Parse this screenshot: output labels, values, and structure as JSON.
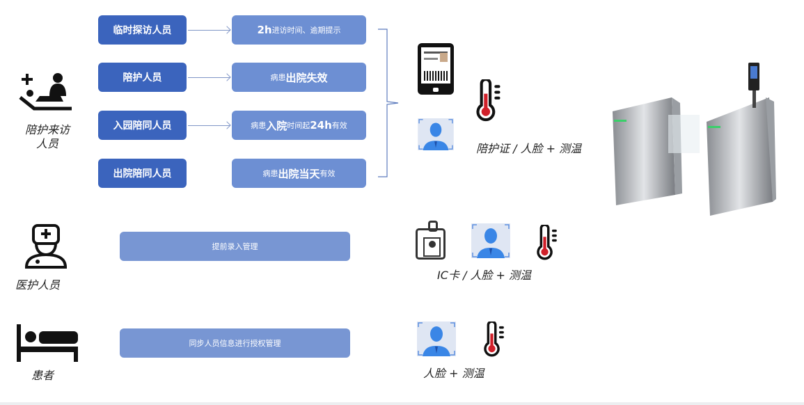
{
  "groups": {
    "visitors": {
      "label": "陪护来访人员",
      "rows": [
        {
          "type": "临时探访人员",
          "rule": {
            "pre": "",
            "bold1": "2h",
            "mid": "进访时间、逾期提示",
            "bold2": "",
            "post": ""
          }
        },
        {
          "type": "陪护人员",
          "rule": {
            "pre": "病患",
            "bold1": "出院失效",
            "mid": "",
            "bold2": "",
            "post": ""
          }
        },
        {
          "type": "入园陪同人员",
          "rule": {
            "pre": "病患",
            "bold1": "入院",
            "mid": "时间起",
            "bold2": "24h",
            "post": "有效"
          }
        },
        {
          "type": "出院陪同人员",
          "rule": {
            "pre": "病患",
            "bold1": "出院当天",
            "mid": "",
            "bold2": "",
            "post": "有效"
          }
        }
      ],
      "method": "陪护证 / 人脸 + 测温"
    },
    "medical": {
      "label": "医护人员",
      "process": "提前录入管理",
      "method": "IC卡 / 人脸 + 测温"
    },
    "patient": {
      "label": "患者",
      "process": "同步人员信息进行授权管理",
      "method": "人脸 + 测温"
    }
  },
  "colors": {
    "dark": "#3b64bd",
    "light": "#6d8fd3",
    "thermo": "#d0202a"
  }
}
